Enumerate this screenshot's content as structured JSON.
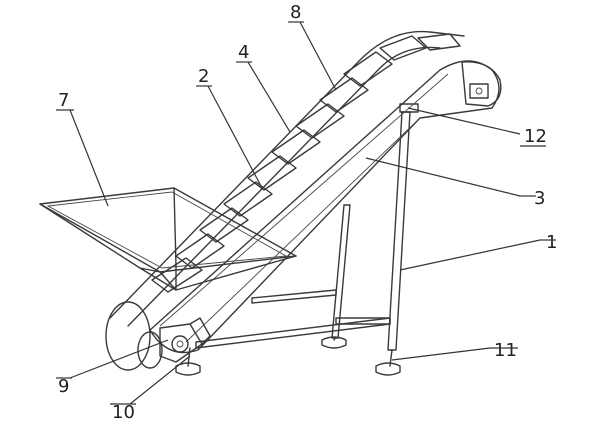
{
  "callouts": [
    {
      "id": "1",
      "label": "1"
    },
    {
      "id": "2",
      "label": "2"
    },
    {
      "id": "3",
      "label": "3"
    },
    {
      "id": "4",
      "label": "4"
    },
    {
      "id": "7",
      "label": "7"
    },
    {
      "id": "8",
      "label": "8"
    },
    {
      "id": "9",
      "label": "9"
    },
    {
      "id": "10",
      "label": "10"
    },
    {
      "id": "11",
      "label": "11"
    },
    {
      "id": "12",
      "label": "12"
    }
  ],
  "colors": {
    "line": "#3a3a3a",
    "background": "#ffffff"
  }
}
